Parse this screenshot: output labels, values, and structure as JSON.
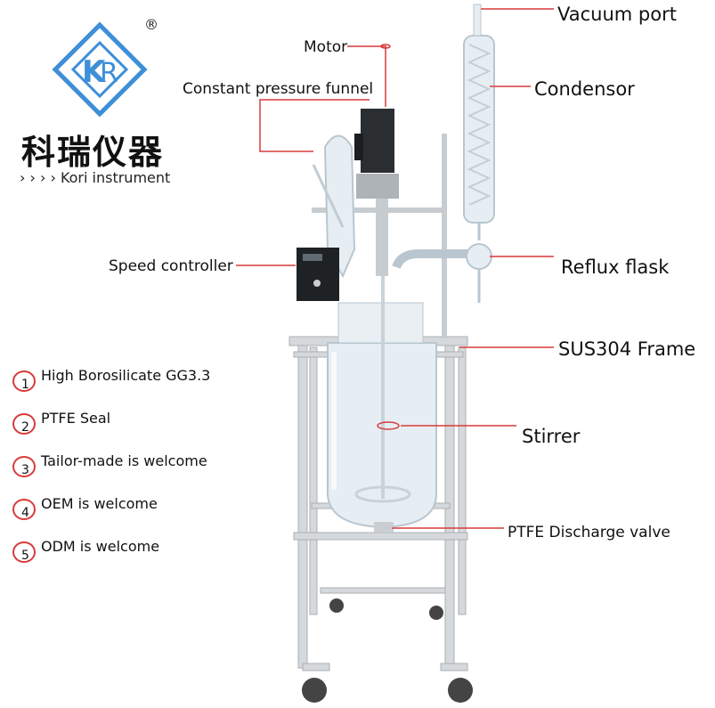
{
  "brand": {
    "registered_mark": "®",
    "name_cn": "科瑞仪器",
    "name_en": "› › › › Kori instrument"
  },
  "callouts": {
    "motor": "Motor",
    "constant_pressure_funnel": "Constant pressure funnel",
    "vacuum_port": "Vacuum port",
    "condensor": "Condensor",
    "speed_controller": "Speed controller",
    "reflux_flask": "Reflux flask",
    "frame": "SUS304 Frame",
    "stirrer": "Stirrer",
    "discharge_valve": "PTFE Discharge valve"
  },
  "features": [
    {
      "num": "1",
      "text": "High Borosilicate GG3.3"
    },
    {
      "num": "2",
      "text": "PTFE Seal"
    },
    {
      "num": "3",
      "text": "Tailor-made is welcome"
    },
    {
      "num": "4",
      "text": "OEM is welcome"
    },
    {
      "num": "5",
      "text": "ODM is welcome"
    }
  ],
  "colors": {
    "leader_line": "#d93a3a",
    "logo_blue": "#3d8fd8",
    "glass": "#dfe8ee",
    "steel": "#b7bcc0"
  }
}
